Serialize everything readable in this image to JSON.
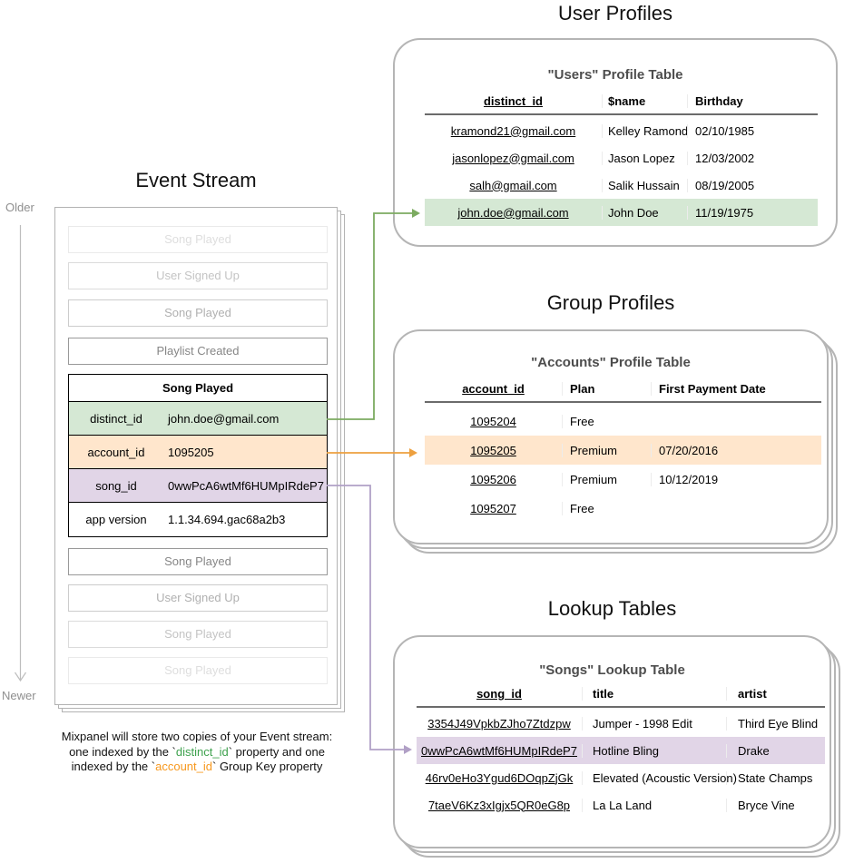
{
  "colors": {
    "green_fill": "#d5e8d4",
    "orange_fill": "#ffe6cc",
    "purple_fill": "#e1d5e7",
    "green_stroke": "#7cab60",
    "orange_stroke": "#eda03f",
    "purple_stroke": "#b1a0c6",
    "keyword_green": "#3da14d",
    "keyword_orange": "#f7981d",
    "timeline_gray": "#bdbdbd"
  },
  "event_stream": {
    "title": "Event Stream",
    "older_label": "Older",
    "newer_label": "Newer",
    "events_before": [
      "Song Played",
      "User Signed Up",
      "Song Played",
      "Playlist Created"
    ],
    "active_event": {
      "name": "Song Played",
      "properties": [
        {
          "key": "distinct_id",
          "value": "john.doe@gmail.com"
        },
        {
          "key": "account_id",
          "value": "1095205"
        },
        {
          "key": "song_id",
          "value": "0wwPcA6wtMf6HUMpIRdeP7"
        },
        {
          "key": "app version",
          "value": "1.1.34.694.gac68a2b3"
        }
      ]
    },
    "events_after": [
      "Song Played",
      "User Signed Up",
      "Song Played",
      "Song Played"
    ]
  },
  "footnote": {
    "line1": "Mixpanel will store two copies of your Event stream:",
    "line2_pre": "one indexed by the `",
    "line2_key": "distinct_id",
    "line2_post": "` property and one",
    "line3_pre": "indexed by the `",
    "line3_key": "account_id",
    "line3_post": "` Group Key property"
  },
  "user_profiles": {
    "section_title": "User Profiles",
    "table_title": "\"Users\" Profile Table",
    "columns": [
      "distinct_id",
      "$name",
      "Birthday"
    ],
    "rows": [
      {
        "distinct_id": "kramond21@gmail.com",
        "name": "Kelley Ramond",
        "birthday": "02/10/1985"
      },
      {
        "distinct_id": "jasonlopez@gmail.com",
        "name": "Jason Lopez",
        "birthday": "12/03/2002"
      },
      {
        "distinct_id": "salh@gmail.com",
        "name": "Salik Hussain",
        "birthday": "08/19/2005"
      },
      {
        "distinct_id": "john.doe@gmail.com",
        "name": "John Doe",
        "birthday": "11/19/1975"
      }
    ],
    "highlighted_row": 3
  },
  "group_profiles": {
    "section_title": "Group Profiles",
    "table_title": "\"Accounts\" Profile Table",
    "columns": [
      "account_id",
      "Plan",
      "First Payment Date"
    ],
    "rows": [
      {
        "account_id": "1095204",
        "plan": "Free",
        "first_payment_date": ""
      },
      {
        "account_id": "1095205",
        "plan": "Premium",
        "first_payment_date": "07/20/2016"
      },
      {
        "account_id": "1095206",
        "plan": "Premium",
        "first_payment_date": "10/12/2019"
      },
      {
        "account_id": "1095207",
        "plan": "Free",
        "first_payment_date": ""
      }
    ],
    "highlighted_row": 1
  },
  "lookup_tables": {
    "section_title": "Lookup Tables",
    "table_title": "\"Songs\" Lookup Table",
    "columns": [
      "song_id",
      "title",
      "artist"
    ],
    "rows": [
      {
        "song_id": "3354J49VpkbZJho7Ztdzpw",
        "title": "Jumper - 1998 Edit",
        "artist": "Third Eye Blind"
      },
      {
        "song_id": "0wwPcA6wtMf6HUMpIRdeP7",
        "title": "Hotline Bling",
        "artist": "Drake"
      },
      {
        "song_id": "46rv0eHo3Ygud6DOqpZjGk",
        "title": "Elevated (Acoustic Version)",
        "artist": "State Champs"
      },
      {
        "song_id": "7taeV6Kz3xIgjx5QR0eG8p",
        "title": "La La Land",
        "artist": "Bryce Vine"
      }
    ],
    "highlighted_row": 1
  }
}
